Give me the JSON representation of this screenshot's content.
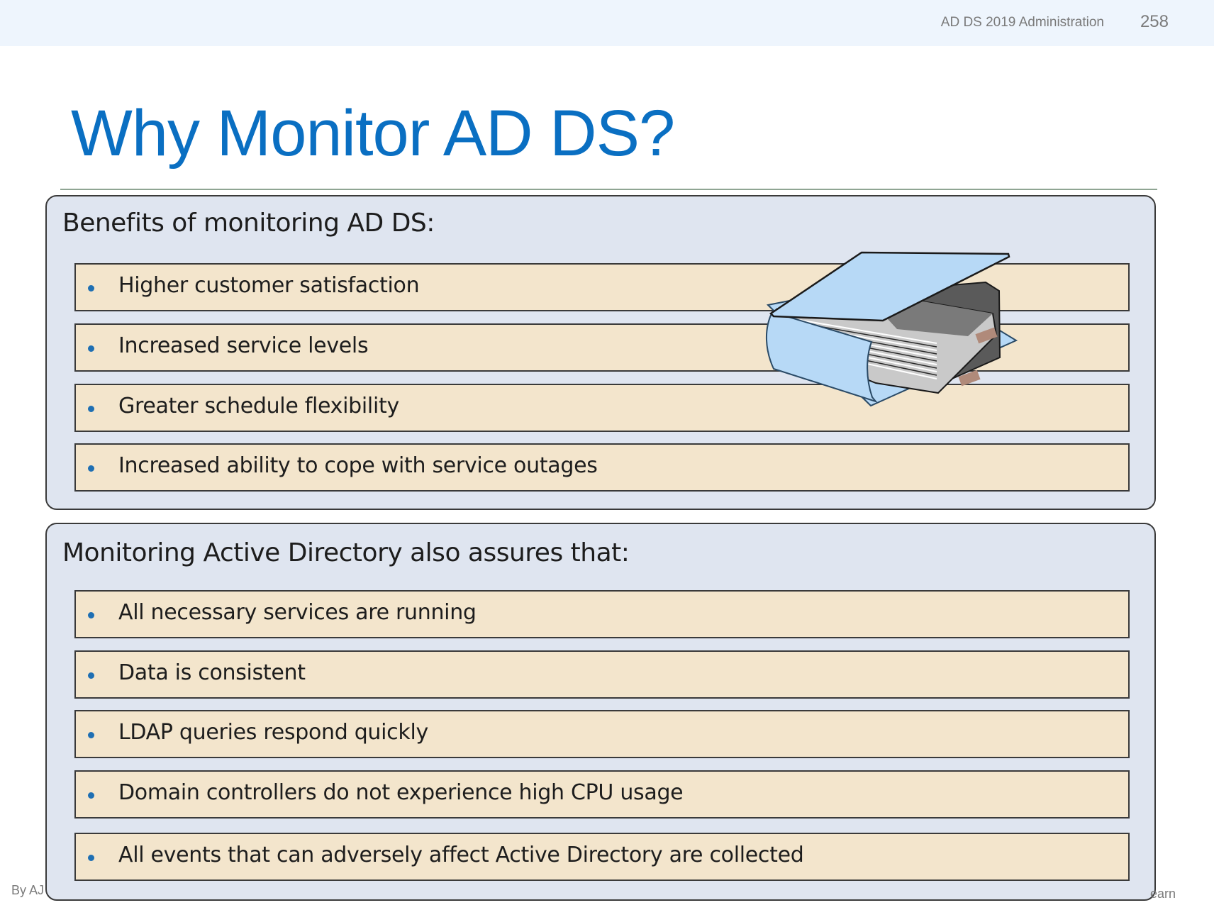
{
  "header": {
    "course_title": "AD DS 2019 Administration",
    "page_number": "258"
  },
  "slide": {
    "title": "Why Monitor AD DS?"
  },
  "benefits": {
    "heading": "Benefits of monitoring AD DS:",
    "items": [
      "Higher customer satisfaction",
      "Increased service levels",
      "Greater schedule flexibility",
      "Increased ability to cope with service outages"
    ]
  },
  "assurances": {
    "heading": "Monitoring Active Directory also assures that:",
    "items": [
      "All necessary services are running",
      "Data is consistent",
      "LDAP queries respond quickly",
      "Domain controllers do not experience high CPU usage",
      "All events that can adversely affect Active Directory are collected"
    ]
  },
  "footer": {
    "left_text": "By AJ",
    "right_text": "earn"
  },
  "illustration": {
    "icon": "binder-icon"
  },
  "colors": {
    "title": "#0a6fc2",
    "panel_bg": "#dfe5f0",
    "item_bg": "#f3e5cc",
    "bullet": "#1e6fb3",
    "binder_cover": "#b7d9f6"
  }
}
